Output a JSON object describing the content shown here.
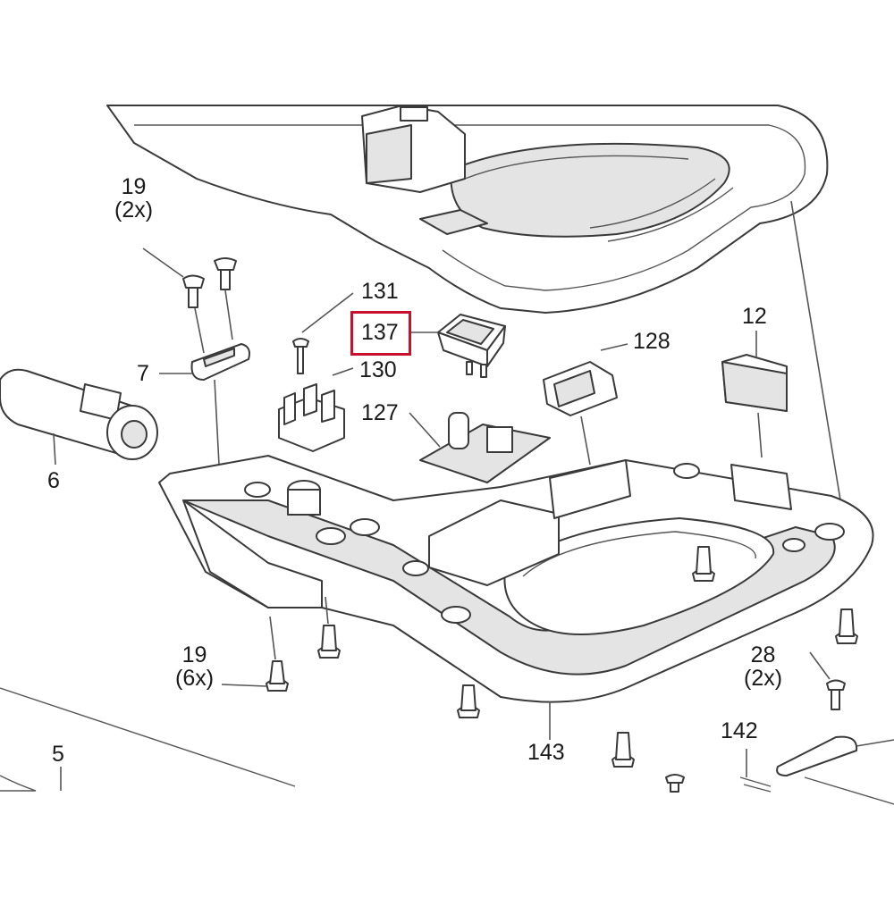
{
  "callouts": [
    {
      "id": "19a",
      "line1": "19",
      "line2": "(2x)"
    },
    {
      "id": "131",
      "line1": "131"
    },
    {
      "id": "137",
      "line1": "137"
    },
    {
      "id": "128",
      "line1": "128"
    },
    {
      "id": "12",
      "line1": "12"
    },
    {
      "id": "7",
      "line1": "7"
    },
    {
      "id": "130",
      "line1": "130"
    },
    {
      "id": "127",
      "line1": "127"
    },
    {
      "id": "6",
      "line1": "6"
    },
    {
      "id": "19b",
      "line1": "19",
      "line2": "(6x)"
    },
    {
      "id": "28",
      "line1": "28",
      "line2": "(2x)"
    },
    {
      "id": "5",
      "line1": "5"
    },
    {
      "id": "143",
      "line1": "143"
    },
    {
      "id": "142",
      "line1": "142"
    }
  ],
  "highlight": {
    "part": "137",
    "color": "#c8102e"
  }
}
